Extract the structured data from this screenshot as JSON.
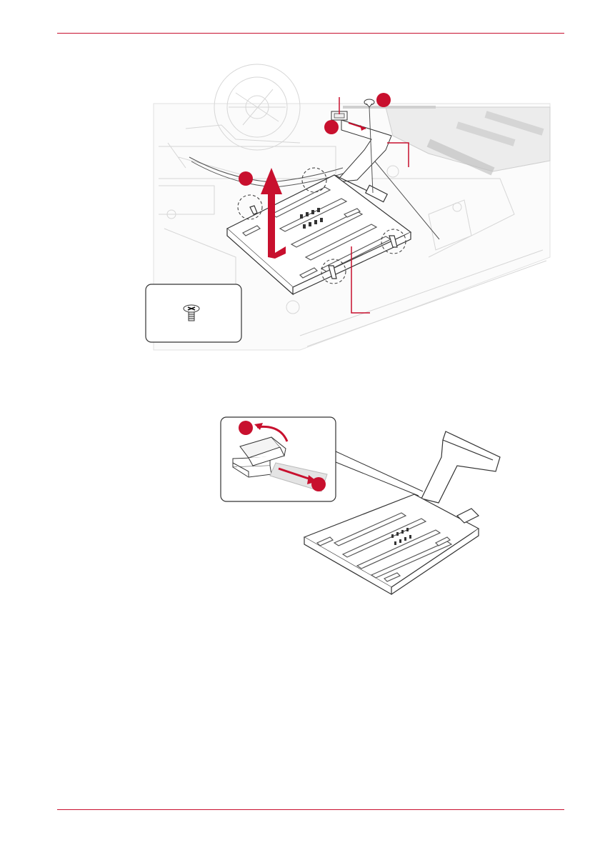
{
  "page": {
    "accent_color": "#c8102e"
  },
  "figure_1": {
    "callouts": [
      {
        "icon": "red-step-dot"
      },
      {
        "icon": "red-step-dot"
      },
      {
        "icon": "red-step-dot"
      }
    ],
    "screw_legend": {
      "icon": "screw-icon"
    }
  },
  "figure_2": {
    "callouts": [
      {
        "icon": "red-step-dot"
      },
      {
        "icon": "red-step-dot"
      }
    ]
  }
}
